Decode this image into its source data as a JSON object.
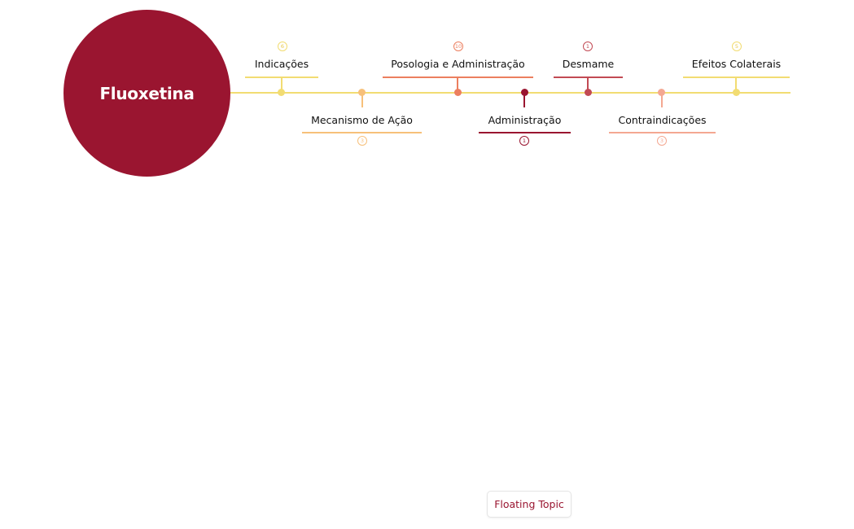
{
  "central_topic": "Fluoxetina",
  "colors": {
    "central": "#9a1530",
    "yellow": "#f2dc72",
    "peach": "#f7c07a",
    "orange": "#ec7f5f",
    "crimson": "#9a1530",
    "rose": "#c24a54",
    "salmon": "#f4a892"
  },
  "topics": [
    {
      "label": "Indicações",
      "count": "6"
    },
    {
      "label": "Mecanismo de Ação",
      "count": "3"
    },
    {
      "label": "Posologia e Administração",
      "count": "10"
    },
    {
      "label": "Administração",
      "count": "1"
    },
    {
      "label": "Desmame",
      "count": "1"
    },
    {
      "label": "Contraindicações",
      "count": "3"
    },
    {
      "label": "Efeitos Colaterais",
      "count": "5"
    }
  ],
  "floating_topic": "Floating Topic"
}
